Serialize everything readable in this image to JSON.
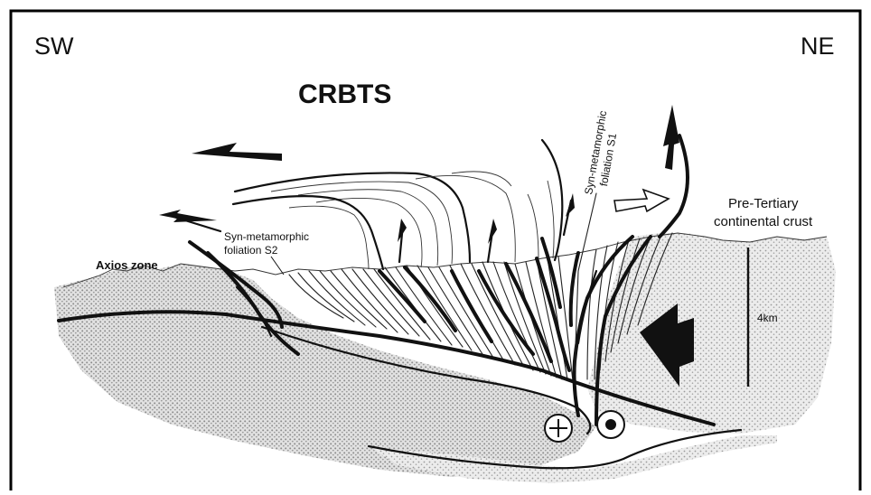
{
  "diagram": {
    "orientation": {
      "left": "SW",
      "right": "NE"
    },
    "title": "CRBTS",
    "labels": {
      "axios_zone": "Axios zone",
      "foliation_s2_line1": "Syn-metamorphic",
      "foliation_s2_line2": "foliation S2",
      "foliation_s1_line1": "Syn-metamorphic",
      "foliation_s1_line2": "foliation S1",
      "crust_line1": "Pre-Tertiary",
      "crust_line2": "continental crust"
    },
    "scale_bar": {
      "label": "4km"
    },
    "symbols": {
      "out_of_page": "circle-dot",
      "into_page": "circle-plus"
    },
    "colors": {
      "ink": "#111111",
      "crust_stipple": "#c9c9c9",
      "border": "#000000"
    }
  }
}
